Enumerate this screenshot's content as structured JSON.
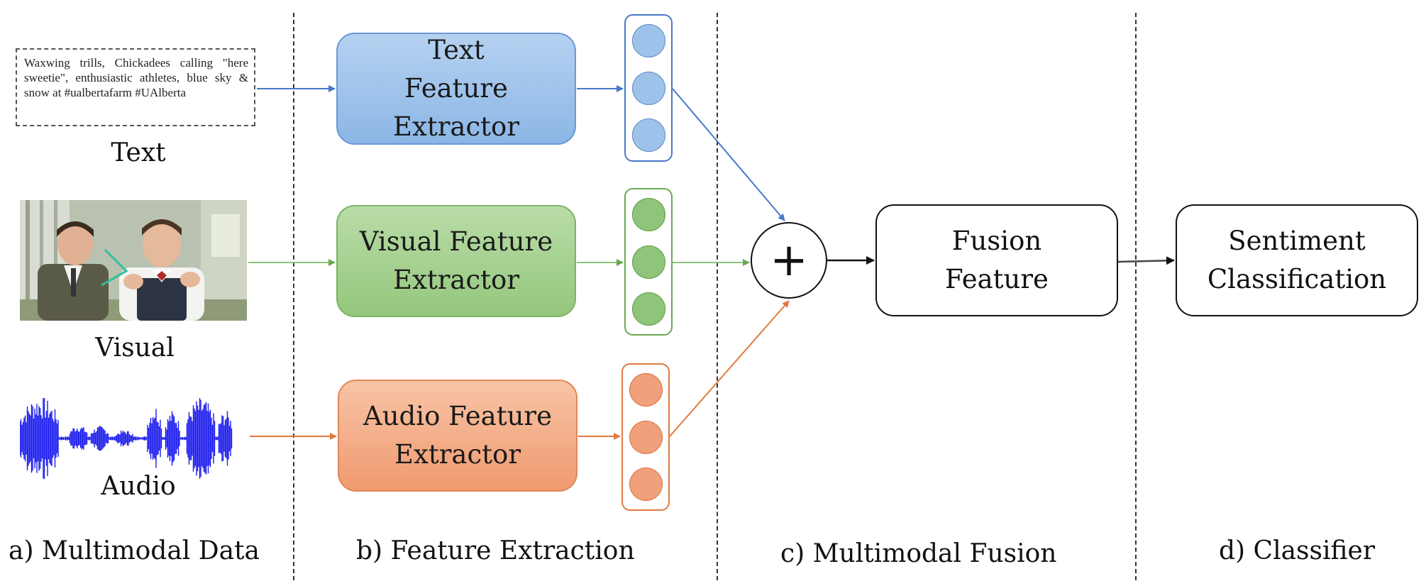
{
  "inputs": {
    "text_sample": "Waxwing trills, Chickadees calling \"here sweetie\", enthusiastic athletes, blue sky & snow at #ualbertafarm #UAlberta",
    "text_label": "Text",
    "visual_label": "Visual",
    "audio_label": "Audio"
  },
  "extractors": {
    "text": "Text Feature Extractor",
    "visual": "Visual Feature Extractor",
    "audio": "Audio Feature Extractor"
  },
  "fusion": {
    "operator": "+",
    "feature_label": "Fusion Feature"
  },
  "classifier": {
    "label": "Sentiment Classification"
  },
  "columns": {
    "a": "a) Multimodal Data",
    "b": "b) Feature Extraction",
    "c": "c) Multimodal Fusion",
    "d": "d) Classifier"
  },
  "colors": {
    "text": "#4a78c8",
    "visual": "#6aa84f",
    "audio": "#e07a3e",
    "waveform": "#1a1aee"
  }
}
